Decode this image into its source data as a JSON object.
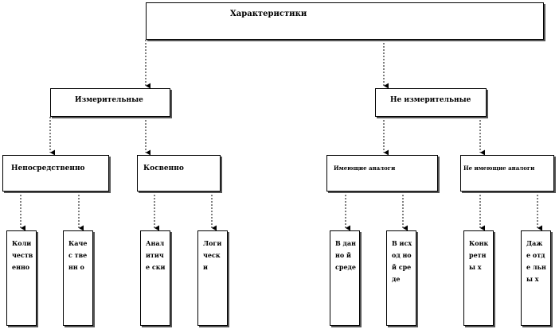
{
  "root": {
    "label": "Характеристики"
  },
  "level1": {
    "measurable": {
      "label": "Измерительные"
    },
    "non_measurable": {
      "label": "Не измерительные"
    }
  },
  "level2": {
    "direct": {
      "label": "Непосредственно"
    },
    "indirect": {
      "label": "Косвенно"
    },
    "having_analogs": {
      "label": "Имеющие аналоги"
    },
    "no_analogs": {
      "label": "Не имеющие аналоги"
    }
  },
  "leaves": {
    "quantitative": {
      "label": "Коли честв енно"
    },
    "qualitative": {
      "label": "Качес твенн о"
    },
    "analytical": {
      "label": "Анал итиче ски"
    },
    "logical": {
      "label": "Логи чески"
    },
    "in_this_env": {
      "label": "В данно й среде"
    },
    "in_source_env": {
      "label": "В исход ной среде"
    },
    "concrete": {
      "label": "Конк ретны х"
    },
    "even_separate": {
      "label": "Даж е отде льны х"
    }
  }
}
